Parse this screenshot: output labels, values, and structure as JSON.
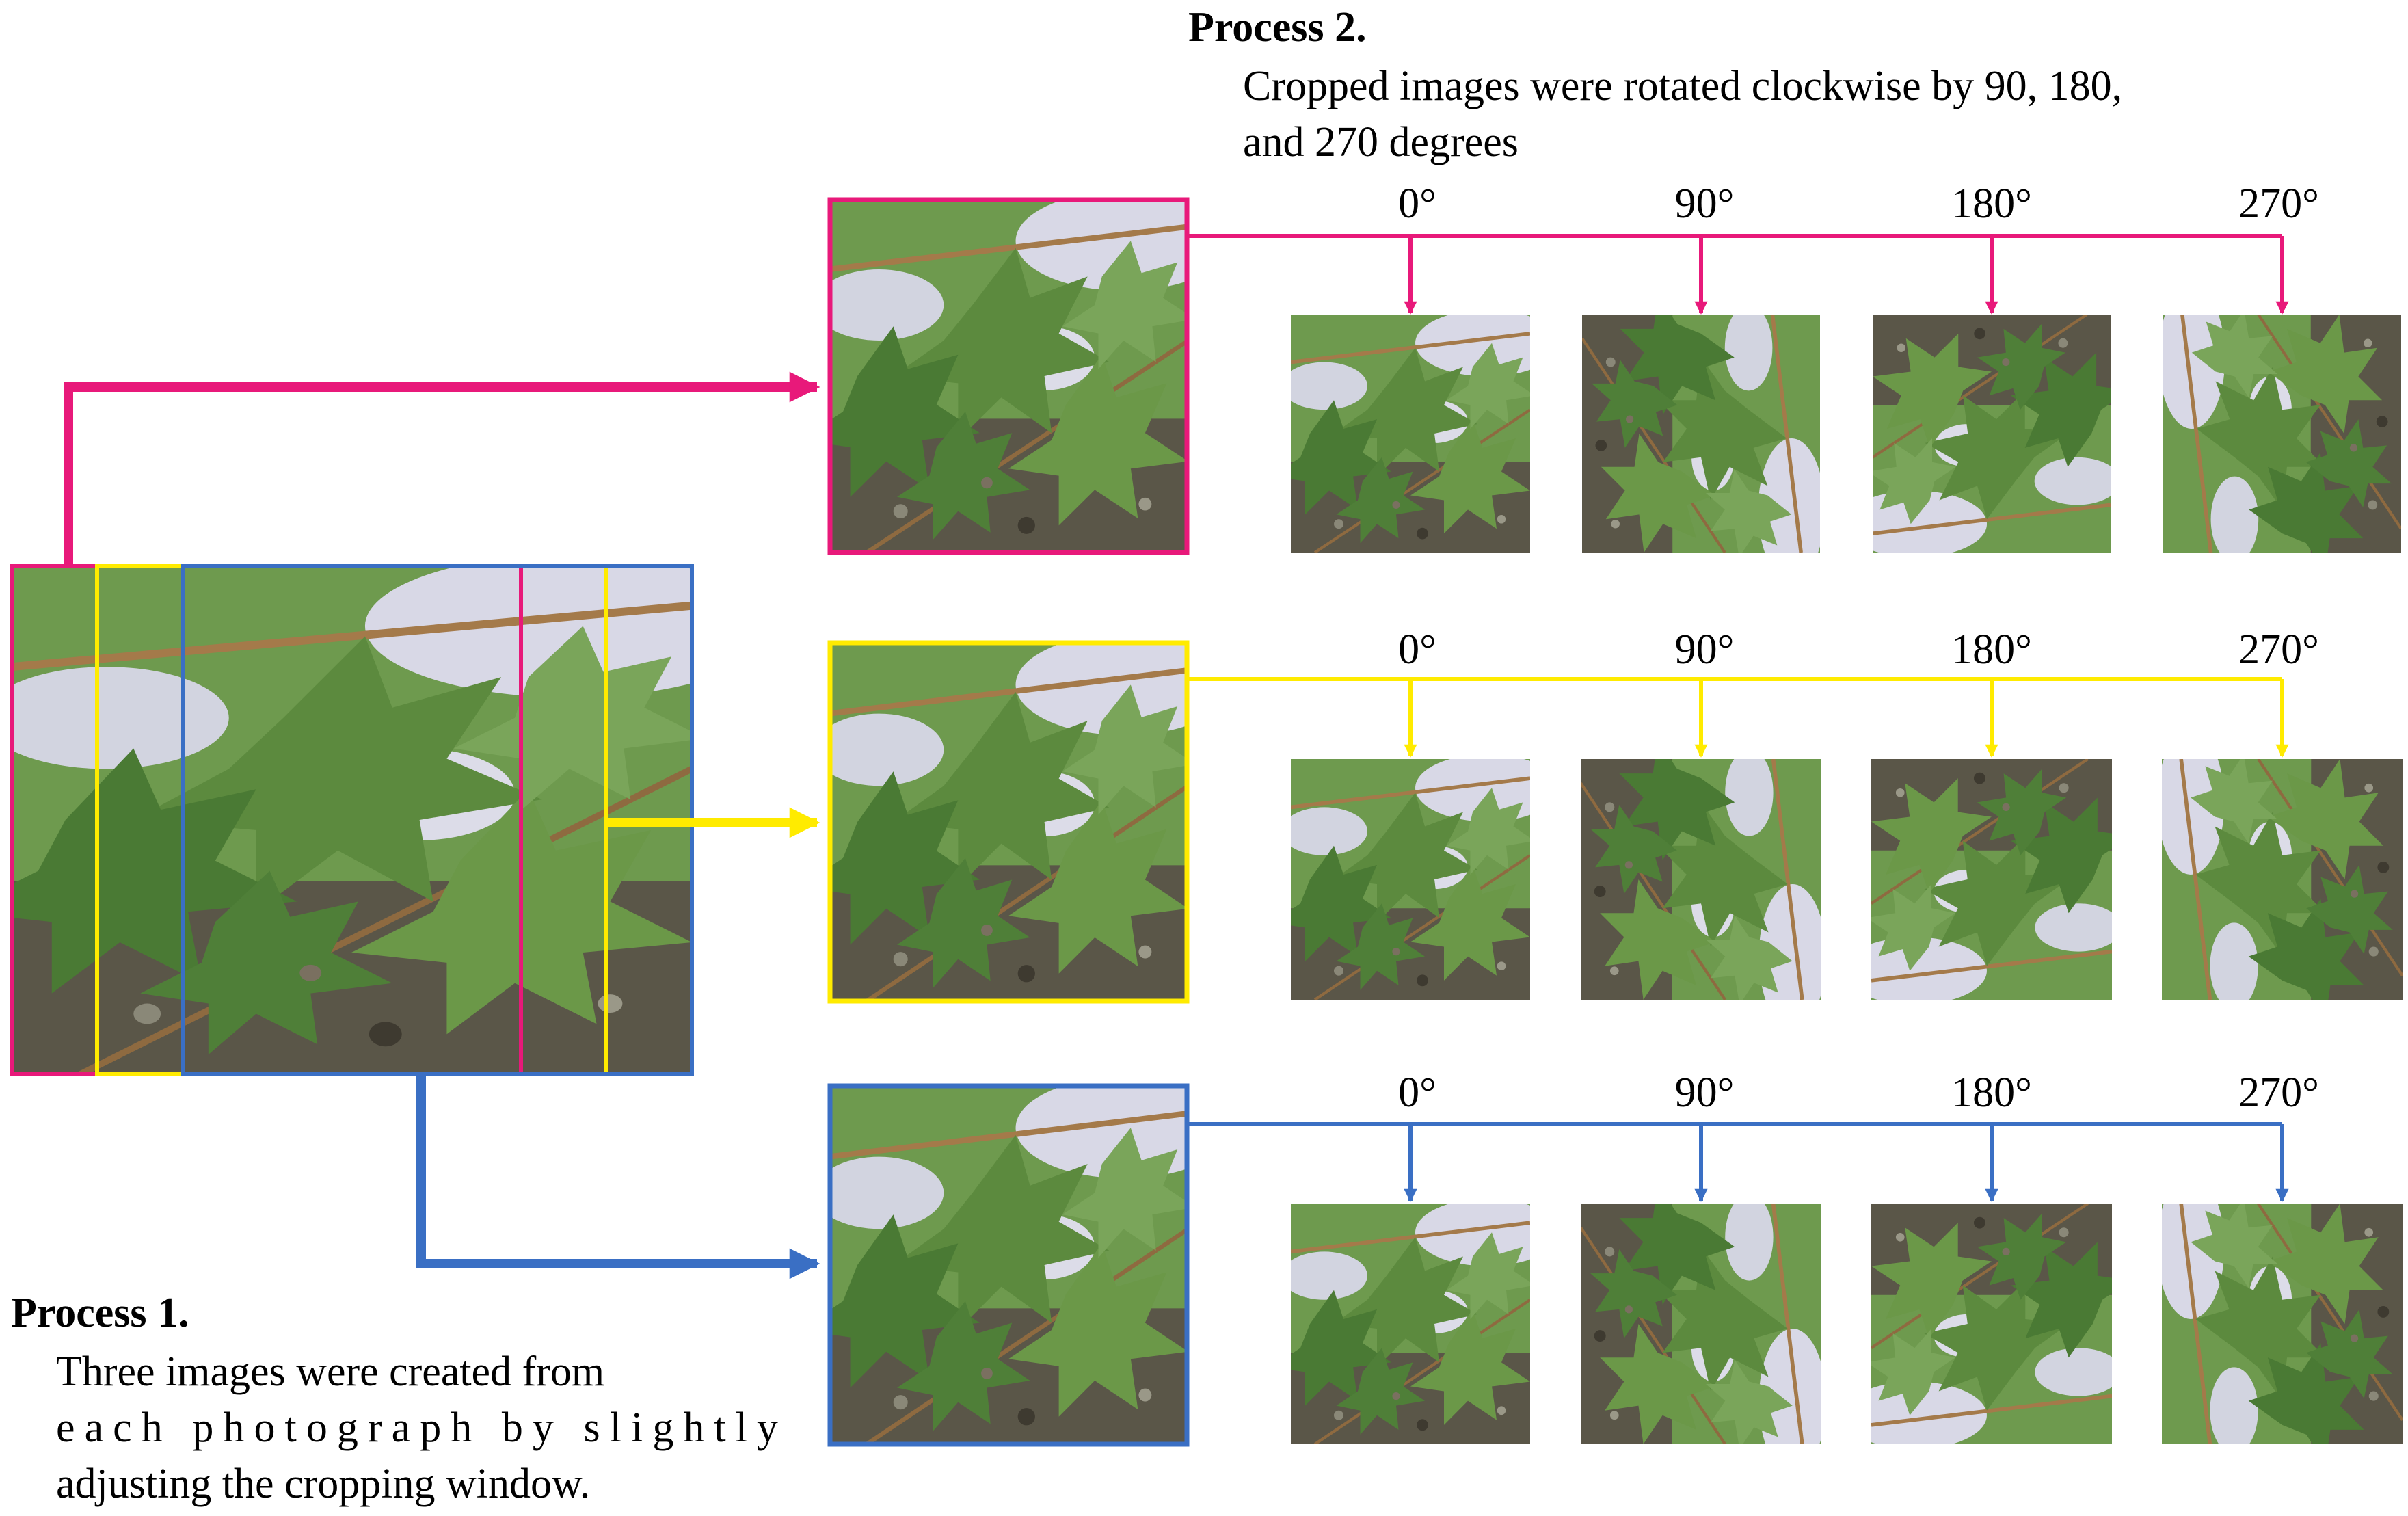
{
  "colors": {
    "pink": "#E8197A",
    "yellow": "#FFEB00",
    "blue": "#3A6FC4",
    "leaf_light": "#7fa860",
    "leaf_mid": "#5c8a3e",
    "leaf_dark": "#3d6a2a",
    "sky": "#d8d8e6",
    "ground": "#5a5648",
    "branch": "#a47a4a"
  },
  "process1": {
    "heading": "Process 1.",
    "lines": [
      "Three images were created from",
      "each photograph by slightly",
      "adjusting the cropping window."
    ]
  },
  "process2": {
    "heading": "Process 2.",
    "lines": [
      "Cropped images were rotated clockwise by 90, 180,",
      "and 270 degrees"
    ]
  },
  "angles": [
    "0°",
    "90°",
    "180°",
    "270°"
  ],
  "crop_rows": [
    {
      "id": "pink",
      "color_key": "pink"
    },
    {
      "id": "yellow",
      "color_key": "yellow"
    },
    {
      "id": "blue",
      "color_key": "blue"
    }
  ],
  "icons": {
    "photo": "leaf-photo-icon",
    "arrow": "arrow-right-icon"
  }
}
